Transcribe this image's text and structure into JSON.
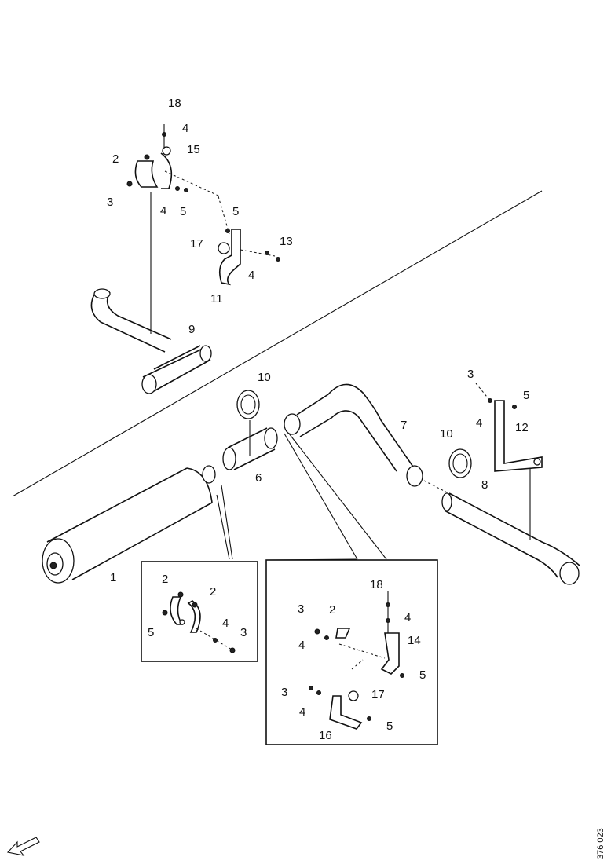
{
  "callouts": {
    "top": [
      "18",
      "4",
      "15",
      "2",
      "3",
      "4",
      "5",
      "5",
      "17",
      "13",
      "4",
      "11",
      "9"
    ],
    "main": [
      "10",
      "7",
      "3",
      "5",
      "4",
      "12",
      "6",
      "10",
      "8",
      "1"
    ],
    "inset_left": [
      "2",
      "2",
      "5",
      "4",
      "3"
    ],
    "inset_right": [
      "18",
      "4",
      "3",
      "2",
      "14",
      "4",
      "5",
      "3",
      "17",
      "4",
      "5",
      "16"
    ]
  },
  "drawing_ref": "376 023"
}
